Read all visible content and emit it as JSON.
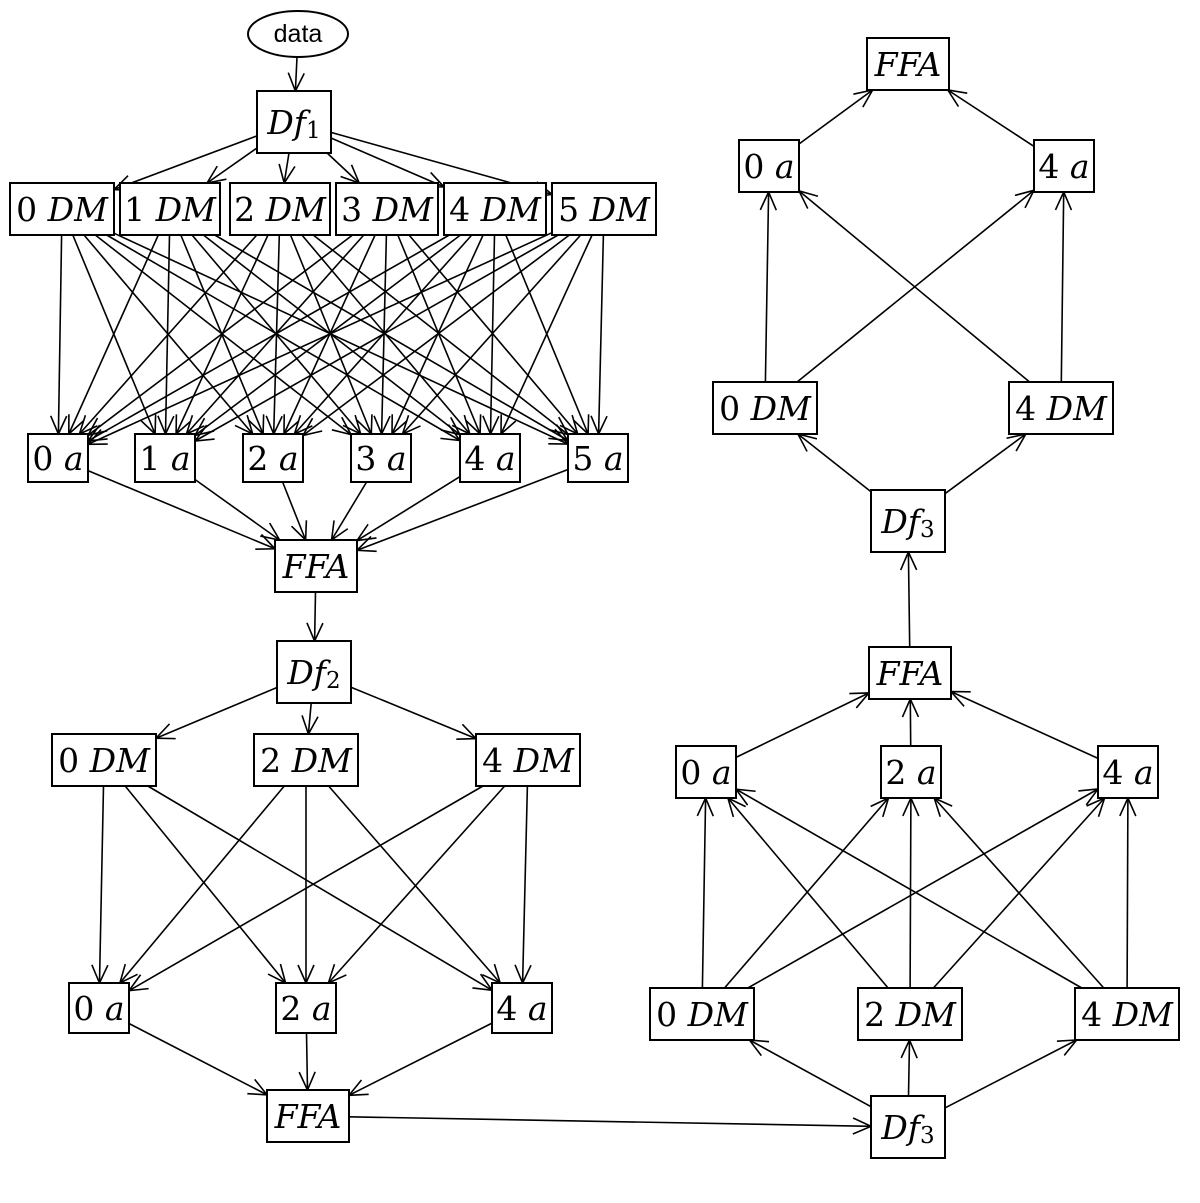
{
  "diagram": {
    "nodes": [
      {
        "id": "data",
        "shape": "ellipse",
        "font": "sans",
        "parts": [
          {
            "text": "data"
          }
        ]
      },
      {
        "id": "df1",
        "parts": [
          {
            "text": "Df",
            "italic": true
          },
          {
            "text": "1",
            "sub": true
          }
        ]
      },
      {
        "id": "t_dm0",
        "parts": [
          {
            "text": "0 "
          },
          {
            "text": "DM",
            "italic": true
          }
        ]
      },
      {
        "id": "t_dm1",
        "parts": [
          {
            "text": "1 "
          },
          {
            "text": "DM",
            "italic": true
          }
        ]
      },
      {
        "id": "t_dm2",
        "parts": [
          {
            "text": "2 "
          },
          {
            "text": "DM",
            "italic": true
          }
        ]
      },
      {
        "id": "t_dm3",
        "parts": [
          {
            "text": "3 "
          },
          {
            "text": "DM",
            "italic": true
          }
        ]
      },
      {
        "id": "t_dm4",
        "parts": [
          {
            "text": "4 "
          },
          {
            "text": "DM",
            "italic": true
          }
        ]
      },
      {
        "id": "t_dm5",
        "parts": [
          {
            "text": "5 "
          },
          {
            "text": "DM",
            "italic": true
          }
        ]
      },
      {
        "id": "t_a0",
        "parts": [
          {
            "text": "0 "
          },
          {
            "text": "a",
            "italic": true
          }
        ]
      },
      {
        "id": "t_a1",
        "parts": [
          {
            "text": "1 "
          },
          {
            "text": "a",
            "italic": true
          }
        ]
      },
      {
        "id": "t_a2",
        "parts": [
          {
            "text": "2 "
          },
          {
            "text": "a",
            "italic": true
          }
        ]
      },
      {
        "id": "t_a3",
        "parts": [
          {
            "text": "3 "
          },
          {
            "text": "a",
            "italic": true
          }
        ]
      },
      {
        "id": "t_a4",
        "parts": [
          {
            "text": "4 "
          },
          {
            "text": "a",
            "italic": true
          }
        ]
      },
      {
        "id": "t_a5",
        "parts": [
          {
            "text": "5 "
          },
          {
            "text": "a",
            "italic": true
          }
        ]
      },
      {
        "id": "ffa1",
        "parts": [
          {
            "text": "FFA",
            "italic": true
          }
        ]
      },
      {
        "id": "df2",
        "parts": [
          {
            "text": "Df",
            "italic": true
          },
          {
            "text": "2",
            "sub": true
          }
        ]
      },
      {
        "id": "m_dm0",
        "parts": [
          {
            "text": "0 "
          },
          {
            "text": "DM",
            "italic": true
          }
        ]
      },
      {
        "id": "m_dm2",
        "parts": [
          {
            "text": "2 "
          },
          {
            "text": "DM",
            "italic": true
          }
        ]
      },
      {
        "id": "m_dm4",
        "parts": [
          {
            "text": "4 "
          },
          {
            "text": "DM",
            "italic": true
          }
        ]
      },
      {
        "id": "m_a0",
        "parts": [
          {
            "text": "0 "
          },
          {
            "text": "a",
            "italic": true
          }
        ]
      },
      {
        "id": "m_a2",
        "parts": [
          {
            "text": "2 "
          },
          {
            "text": "a",
            "italic": true
          }
        ]
      },
      {
        "id": "m_a4",
        "parts": [
          {
            "text": "4 "
          },
          {
            "text": "a",
            "italic": true
          }
        ]
      },
      {
        "id": "ffa2",
        "parts": [
          {
            "text": "FFA",
            "italic": true
          }
        ]
      },
      {
        "id": "df3b",
        "parts": [
          {
            "text": "Df",
            "italic": true
          },
          {
            "text": "3",
            "sub": true
          }
        ]
      },
      {
        "id": "r_dm0",
        "parts": [
          {
            "text": "0 "
          },
          {
            "text": "DM",
            "italic": true
          }
        ]
      },
      {
        "id": "r_dm2",
        "parts": [
          {
            "text": "2 "
          },
          {
            "text": "DM",
            "italic": true
          }
        ]
      },
      {
        "id": "r_dm4",
        "parts": [
          {
            "text": "4 "
          },
          {
            "text": "DM",
            "italic": true
          }
        ]
      },
      {
        "id": "r_a0",
        "parts": [
          {
            "text": "0 "
          },
          {
            "text": "a",
            "italic": true
          }
        ]
      },
      {
        "id": "r_a2",
        "parts": [
          {
            "text": "2 "
          },
          {
            "text": "a",
            "italic": true
          }
        ]
      },
      {
        "id": "r_a4",
        "parts": [
          {
            "text": "4 "
          },
          {
            "text": "a",
            "italic": true
          }
        ]
      },
      {
        "id": "ffa3",
        "parts": [
          {
            "text": "FFA",
            "italic": true
          }
        ]
      },
      {
        "id": "df3t",
        "parts": [
          {
            "text": "Df",
            "italic": true
          },
          {
            "text": "3",
            "sub": true
          }
        ]
      },
      {
        "id": "u_dm0",
        "parts": [
          {
            "text": "0 "
          },
          {
            "text": "DM",
            "italic": true
          }
        ]
      },
      {
        "id": "u_dm4",
        "parts": [
          {
            "text": "4 "
          },
          {
            "text": "DM",
            "italic": true
          }
        ]
      },
      {
        "id": "u_a0",
        "parts": [
          {
            "text": "0 "
          },
          {
            "text": "a",
            "italic": true
          }
        ]
      },
      {
        "id": "u_a4",
        "parts": [
          {
            "text": "4 "
          },
          {
            "text": "a",
            "italic": true
          }
        ]
      },
      {
        "id": "ffa4",
        "parts": [
          {
            "text": "FFA",
            "italic": true
          }
        ]
      }
    ],
    "edges": [
      [
        "data",
        "df1"
      ],
      [
        "df1",
        "t_dm0"
      ],
      [
        "df1",
        "t_dm1"
      ],
      [
        "df1",
        "t_dm2"
      ],
      [
        "df1",
        "t_dm3"
      ],
      [
        "df1",
        "t_dm4"
      ],
      [
        "df1",
        "t_dm5"
      ],
      [
        "t_dm0",
        "t_a0"
      ],
      [
        "t_dm0",
        "t_a1"
      ],
      [
        "t_dm0",
        "t_a2"
      ],
      [
        "t_dm0",
        "t_a3"
      ],
      [
        "t_dm0",
        "t_a4"
      ],
      [
        "t_dm0",
        "t_a5"
      ],
      [
        "t_dm1",
        "t_a0"
      ],
      [
        "t_dm1",
        "t_a1"
      ],
      [
        "t_dm1",
        "t_a2"
      ],
      [
        "t_dm1",
        "t_a3"
      ],
      [
        "t_dm1",
        "t_a4"
      ],
      [
        "t_dm1",
        "t_a5"
      ],
      [
        "t_dm2",
        "t_a0"
      ],
      [
        "t_dm2",
        "t_a1"
      ],
      [
        "t_dm2",
        "t_a2"
      ],
      [
        "t_dm2",
        "t_a3"
      ],
      [
        "t_dm2",
        "t_a4"
      ],
      [
        "t_dm2",
        "t_a5"
      ],
      [
        "t_dm3",
        "t_a0"
      ],
      [
        "t_dm3",
        "t_a1"
      ],
      [
        "t_dm3",
        "t_a2"
      ],
      [
        "t_dm3",
        "t_a3"
      ],
      [
        "t_dm3",
        "t_a4"
      ],
      [
        "t_dm3",
        "t_a5"
      ],
      [
        "t_dm4",
        "t_a0"
      ],
      [
        "t_dm4",
        "t_a1"
      ],
      [
        "t_dm4",
        "t_a2"
      ],
      [
        "t_dm4",
        "t_a3"
      ],
      [
        "t_dm4",
        "t_a4"
      ],
      [
        "t_dm4",
        "t_a5"
      ],
      [
        "t_dm5",
        "t_a0"
      ],
      [
        "t_dm5",
        "t_a1"
      ],
      [
        "t_dm5",
        "t_a2"
      ],
      [
        "t_dm5",
        "t_a3"
      ],
      [
        "t_dm5",
        "t_a4"
      ],
      [
        "t_dm5",
        "t_a5"
      ],
      [
        "t_a0",
        "ffa1"
      ],
      [
        "t_a1",
        "ffa1"
      ],
      [
        "t_a2",
        "ffa1"
      ],
      [
        "t_a3",
        "ffa1"
      ],
      [
        "t_a4",
        "ffa1"
      ],
      [
        "t_a5",
        "ffa1"
      ],
      [
        "ffa1",
        "df2"
      ],
      [
        "df2",
        "m_dm0"
      ],
      [
        "df2",
        "m_dm2"
      ],
      [
        "df2",
        "m_dm4"
      ],
      [
        "m_dm0",
        "m_a0"
      ],
      [
        "m_dm0",
        "m_a2"
      ],
      [
        "m_dm0",
        "m_a4"
      ],
      [
        "m_dm2",
        "m_a0"
      ],
      [
        "m_dm2",
        "m_a2"
      ],
      [
        "m_dm2",
        "m_a4"
      ],
      [
        "m_dm4",
        "m_a0"
      ],
      [
        "m_dm4",
        "m_a2"
      ],
      [
        "m_dm4",
        "m_a4"
      ],
      [
        "m_a0",
        "ffa2"
      ],
      [
        "m_a2",
        "ffa2"
      ],
      [
        "m_a4",
        "ffa2"
      ],
      [
        "ffa2",
        "df3b"
      ],
      [
        "df3b",
        "r_dm0"
      ],
      [
        "df3b",
        "r_dm2"
      ],
      [
        "df3b",
        "r_dm4"
      ],
      [
        "r_dm0",
        "r_a0"
      ],
      [
        "r_dm0",
        "r_a2"
      ],
      [
        "r_dm0",
        "r_a4"
      ],
      [
        "r_dm2",
        "r_a0"
      ],
      [
        "r_dm2",
        "r_a2"
      ],
      [
        "r_dm2",
        "r_a4"
      ],
      [
        "r_dm4",
        "r_a0"
      ],
      [
        "r_dm4",
        "r_a2"
      ],
      [
        "r_dm4",
        "r_a4"
      ],
      [
        "r_a0",
        "ffa3"
      ],
      [
        "r_a2",
        "ffa3"
      ],
      [
        "r_a4",
        "ffa3"
      ],
      [
        "ffa3",
        "df3t"
      ],
      [
        "df3t",
        "u_dm0"
      ],
      [
        "df3t",
        "u_dm4"
      ],
      [
        "u_dm0",
        "u_a0"
      ],
      [
        "u_dm0",
        "u_a4"
      ],
      [
        "u_dm4",
        "u_a0"
      ],
      [
        "u_dm4",
        "u_a4"
      ],
      [
        "u_a0",
        "ffa4"
      ],
      [
        "u_a4",
        "ffa4"
      ]
    ]
  }
}
